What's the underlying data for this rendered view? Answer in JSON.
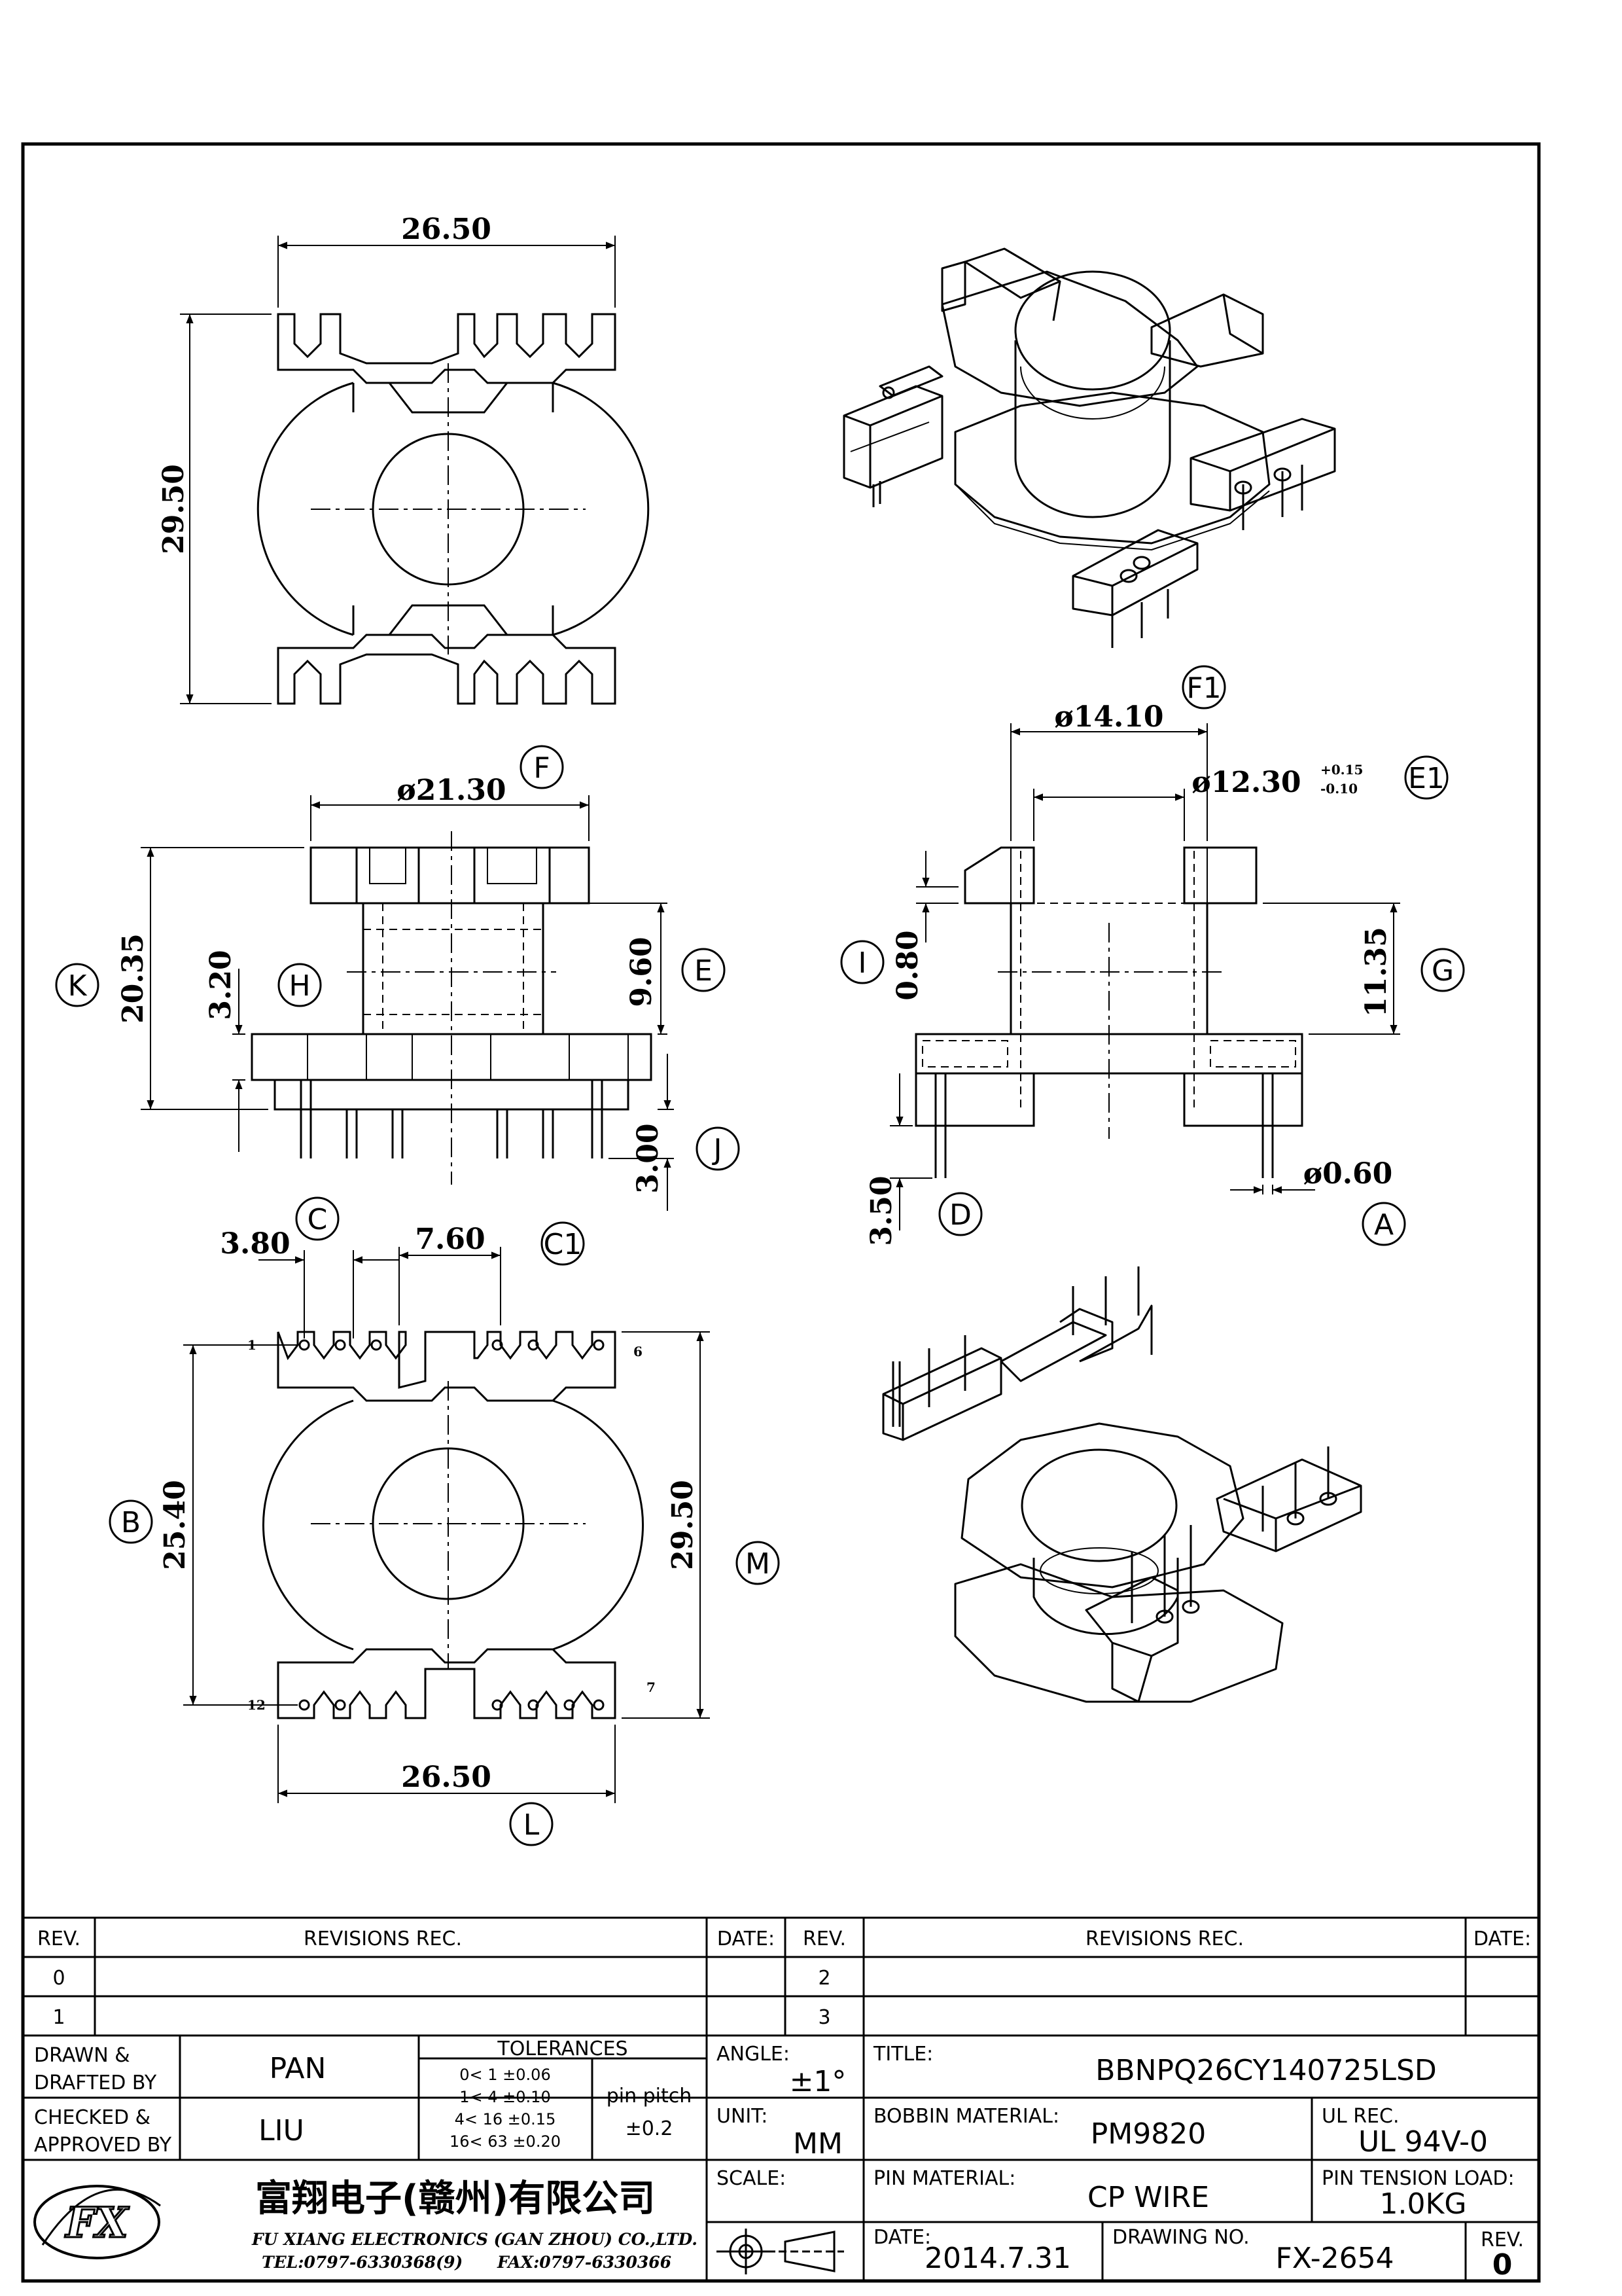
{
  "dimensions": {
    "top_width": "26.50",
    "top_height": "29.50",
    "flange_dia": "ø21.30",
    "overall_height": "20.35",
    "bottom_flange_thk": "3.20",
    "winding_height": "9.60",
    "pin_length": "3.00",
    "outer_dia": "ø14.10",
    "inner_dia": "ø12.30",
    "inner_tol_plus": "+0.15",
    "inner_tol_minus": "-0.10",
    "top_flange_thk": "0.80",
    "wall_height": "11.35",
    "pin_standoff": "3.50",
    "pin_dia": "ø0.60",
    "pin_pitch_dim": "3.80",
    "slot_width": "7.60",
    "pin_row_span": "25.40",
    "bottom_height": "29.50",
    "bottom_width": "26.50"
  },
  "balloons": {
    "f1": "F1",
    "f": "F",
    "e1": "E1",
    "k": "K",
    "h": "H",
    "e": "E",
    "i": "I",
    "g": "G",
    "j": "J",
    "c": "C",
    "c1": "C1",
    "d": "D",
    "a": "A",
    "b": "B",
    "m": "M",
    "l": "L"
  },
  "pins": {
    "p1": "1",
    "p6": "6",
    "p12": "12",
    "p7": "7"
  },
  "revisions": {
    "col_rev": "REV.",
    "col_rec": "REVISIONS    REC.",
    "col_date": "DATE:",
    "rows_left": [
      "0",
      "1"
    ],
    "rows_right": [
      "2",
      "3"
    ]
  },
  "title_block": {
    "drawn_label_1": "DRAWN &",
    "drawn_label_2": "DRAFTED BY",
    "drawn_by": "PAN",
    "checked_label_1": "CHECKED &",
    "checked_label_2": "APPROVED BY",
    "checked_by": "LIU",
    "tolerances_title": "TOLERANCES",
    "tol_rows": [
      "0<  1  ±0.06",
      "1<  4  ±0.10",
      "4<  16  ±0.15",
      "16<  63  ±0.20"
    ],
    "pin_pitch_label": "pin pitch",
    "pin_pitch_tol": "±0.2",
    "angle_label": "ANGLE:",
    "angle_value": "±1°",
    "unit_label": "UNIT:",
    "unit_value": "MM",
    "scale_label": "SCALE:",
    "title_label": "TITLE:",
    "title_value": "BBNPQ26CY140725LSD",
    "bobbin_material_label": "BOBBIN MATERIAL:",
    "bobbin_material": "PM9820",
    "ul_label": "UL REC.",
    "ul_value": "UL 94V-0",
    "pin_material_label": "PIN MATERIAL:",
    "pin_material": "CP WIRE",
    "pin_tension_label": "PIN TENSION LOAD:",
    "pin_tension": "1.0KG",
    "date_label": "DATE:",
    "date_value": "2014.7.31",
    "drawing_no_label": "DRAWING NO.",
    "drawing_no": "FX-2654",
    "rev_label": "REV.",
    "rev_value": "0",
    "company_cn": "富翔电子(赣州)有限公司",
    "company_en": "FU XIANG ELECTRONICS (GAN ZHOU) CO.,LTD.",
    "tel": "TEL:0797-6330368(9)",
    "fax": "FAX:0797-6330366",
    "logo_text": "FX"
  }
}
